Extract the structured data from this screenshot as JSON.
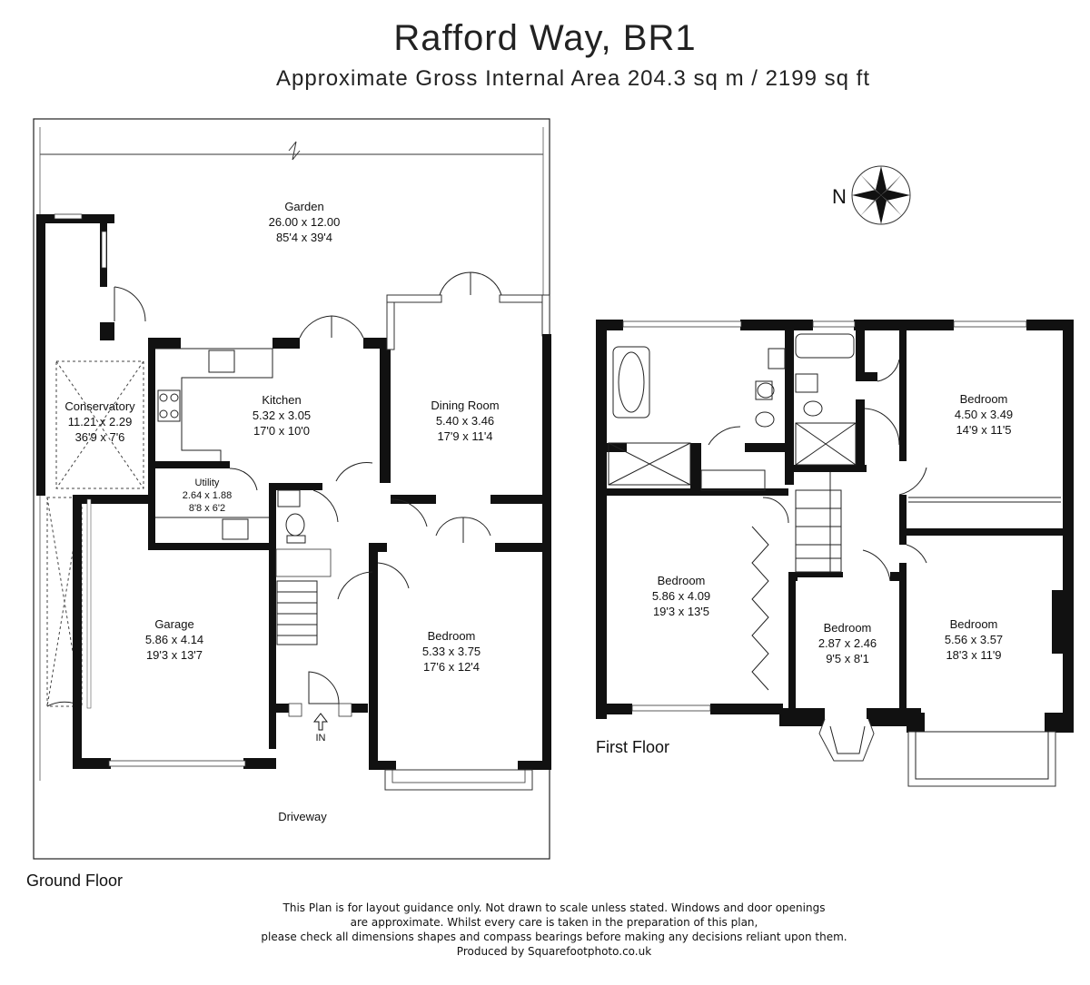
{
  "title": "Rafford Way, BR1",
  "subtitle": "Approximate Gross Internal Area  204.3 sq m / 2199 sq ft",
  "compass": {
    "label": "N",
    "icon": "compass-rose-icon"
  },
  "ground_floor": {
    "label": "Ground Floor",
    "entrance": "IN",
    "rooms": {
      "garden": {
        "name": "Garden",
        "metric": "26.00 x 12.00",
        "imperial": "85'4 x 39'4"
      },
      "conservatory": {
        "name": "Conservatory",
        "metric": "11.21 x 2.29",
        "imperial": "36'9 x 7'6"
      },
      "kitchen": {
        "name": "Kitchen",
        "metric": "5.32 x 3.05",
        "imperial": "17'0 x 10'0"
      },
      "dining": {
        "name": "Dining Room",
        "metric": "5.40 x 3.46",
        "imperial": "17'9 x 11'4"
      },
      "utility": {
        "name": "Utility",
        "metric": "2.64 x 1.88",
        "imperial": "8'8 x 6'2"
      },
      "garage": {
        "name": "Garage",
        "metric": "5.86 x 4.14",
        "imperial": "19'3 x 13'7"
      },
      "bedroom": {
        "name": "Bedroom",
        "metric": "5.33 x 3.75",
        "imperial": "17'6 x 12'4"
      },
      "driveway": {
        "name": "Driveway"
      }
    }
  },
  "first_floor": {
    "label": "First Floor",
    "rooms": {
      "bedroom_left": {
        "name": "Bedroom",
        "metric": "5.86 x 4.09",
        "imperial": "19'3 x 13'5"
      },
      "bedroom_mid": {
        "name": "Bedroom",
        "metric": "2.87 x 2.46",
        "imperial": "9'5 x 8'1"
      },
      "bedroom_right_top": {
        "name": "Bedroom",
        "metric": "4.50 x 3.49",
        "imperial": "14'9 x 11'5"
      },
      "bedroom_right_bottom": {
        "name": "Bedroom",
        "metric": "5.56 x 3.57",
        "imperial": "18'3 x 11'9"
      }
    }
  },
  "disclaimer": [
    "This Plan is for layout guidance only. Not drawn to scale unless stated. Windows and door openings",
    "are approximate. Whilst every care is taken in the preparation of this plan,",
    "please check all dimensions shapes and compass bearings before making any decisions reliant upon them.",
    "Produced by Squarefootphoto.co.uk"
  ]
}
